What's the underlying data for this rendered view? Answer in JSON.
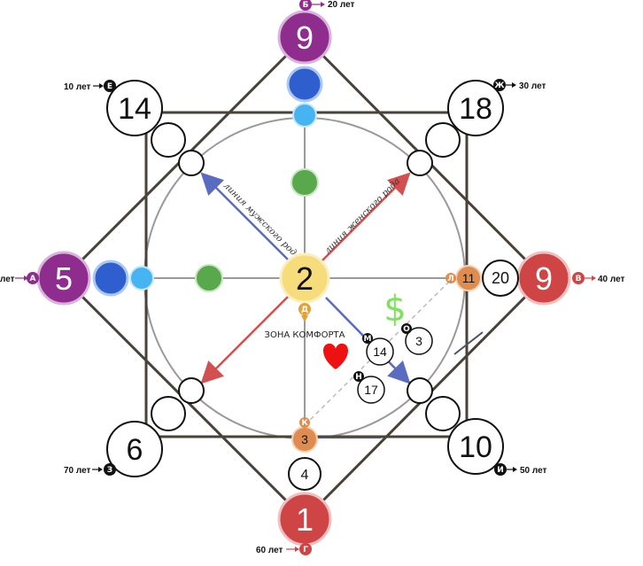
{
  "points": {
    "top": {
      "value": "9",
      "letter": "Б",
      "age": "20 лет"
    },
    "right": {
      "value": "9",
      "letter": "В",
      "age": "40 лет"
    },
    "bottom": {
      "value": "1",
      "letter": "Г",
      "age": "60 лет"
    },
    "left": {
      "value": "5",
      "letter": "А",
      "age": "лет"
    },
    "tl": {
      "value": "14",
      "letter": "Е",
      "age": "10 лет"
    },
    "tr": {
      "value": "18",
      "letter": "Ж",
      "age": "30 лет"
    },
    "br": {
      "value": "10",
      "letter": "И",
      "age": "50 лет"
    },
    "bl": {
      "value": "6",
      "letter": "З",
      "age": "70 лет"
    }
  },
  "center": {
    "value": "2",
    "letter": "Д"
  },
  "inner": {
    "right_orange": {
      "value": "11",
      "letter": "Л"
    },
    "right_white": {
      "value": "20"
    },
    "bottom_orange": {
      "value": "3",
      "letter": "К"
    },
    "bottom_white": {
      "value": "4"
    },
    "m": {
      "value": "14",
      "letter": "М"
    },
    "o": {
      "value": "3",
      "letter": "О"
    },
    "n": {
      "value": "17",
      "letter": "Н"
    }
  },
  "labels": {
    "male_line": "линия мужского рода",
    "female_line": "линия женского рода",
    "comfort_zone": "ЗОНА КОМФОРТА",
    "dollar": "$"
  },
  "colors": {
    "purple": "#8e2d8e",
    "red": "#cf4545",
    "orange": "#de8c4f",
    "yellow": "#f6dc7a",
    "blue": "#2f5fcf",
    "lightblue": "#45b4f0",
    "green": "#5aa84c",
    "frame": "#4a4238",
    "circle": "#9a9a9a",
    "male_arrow": "#5a6cc0",
    "female_arrow": "#d25050",
    "heart": "#ee1111",
    "dollar": "#7ee35a"
  }
}
